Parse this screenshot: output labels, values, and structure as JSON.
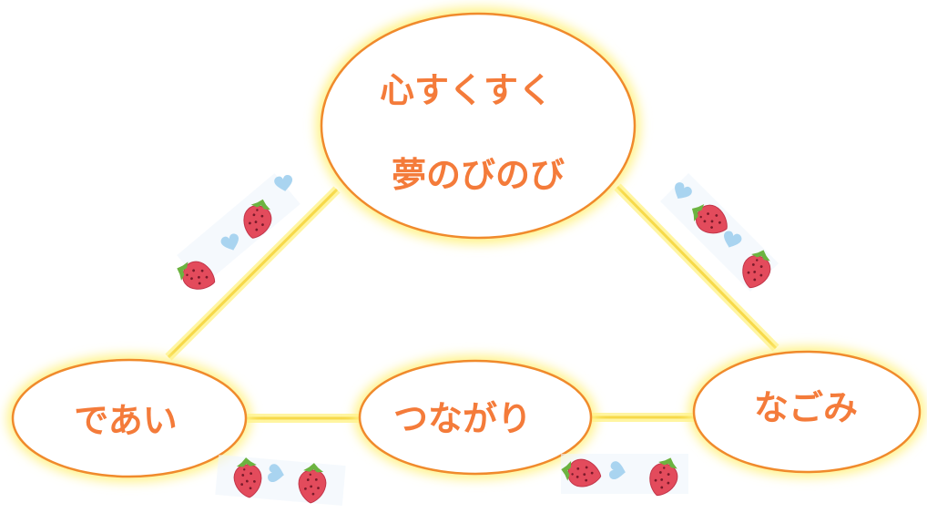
{
  "colors": {
    "node_border": "#f08a2c",
    "glow": "#fff38a",
    "connector": "#f7d94a",
    "text": "#f47b3a",
    "strawberry": "#e34b5c",
    "leaf": "#6cb340",
    "heart": "#a9d4f0"
  },
  "nodes": {
    "top": {
      "line1": "心すくすく",
      "line2": "夢のびのび"
    },
    "left": {
      "label": "であい"
    },
    "center": {
      "label": "つながり"
    },
    "right": {
      "label": "なごみ"
    }
  },
  "decorations": {
    "icons": [
      "strawberry-icon",
      "heart-icon"
    ]
  }
}
